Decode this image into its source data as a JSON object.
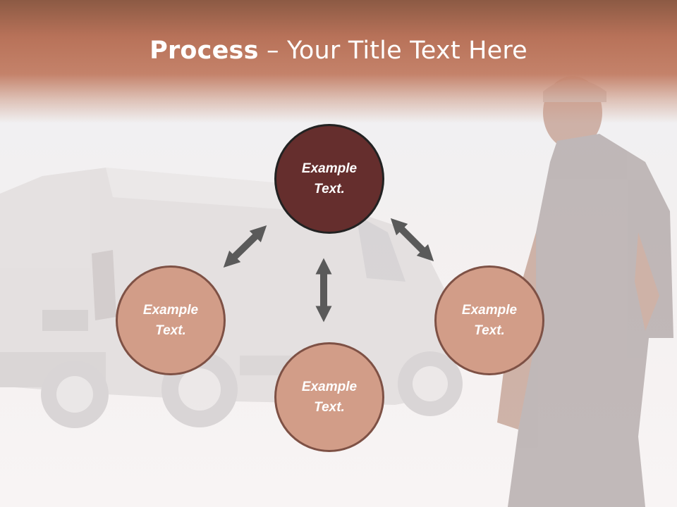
{
  "title": {
    "bold": "Process",
    "rest": " – Your Title Text Here"
  },
  "nodes": [
    {
      "label": "Example\nText.",
      "style": "dark"
    },
    {
      "label": "Example\nText.",
      "style": "light"
    },
    {
      "label": "Example\nText.",
      "style": "light"
    },
    {
      "label": "Example\nText.",
      "style": "light"
    }
  ],
  "colors": {
    "header_top": "#8c5a44",
    "header_mid": "#c4826a",
    "node_dark": "#652e2d",
    "node_light": "#d29d88",
    "arrow": "#5a5a5a"
  },
  "icons": [
    "double-arrow-icon"
  ]
}
